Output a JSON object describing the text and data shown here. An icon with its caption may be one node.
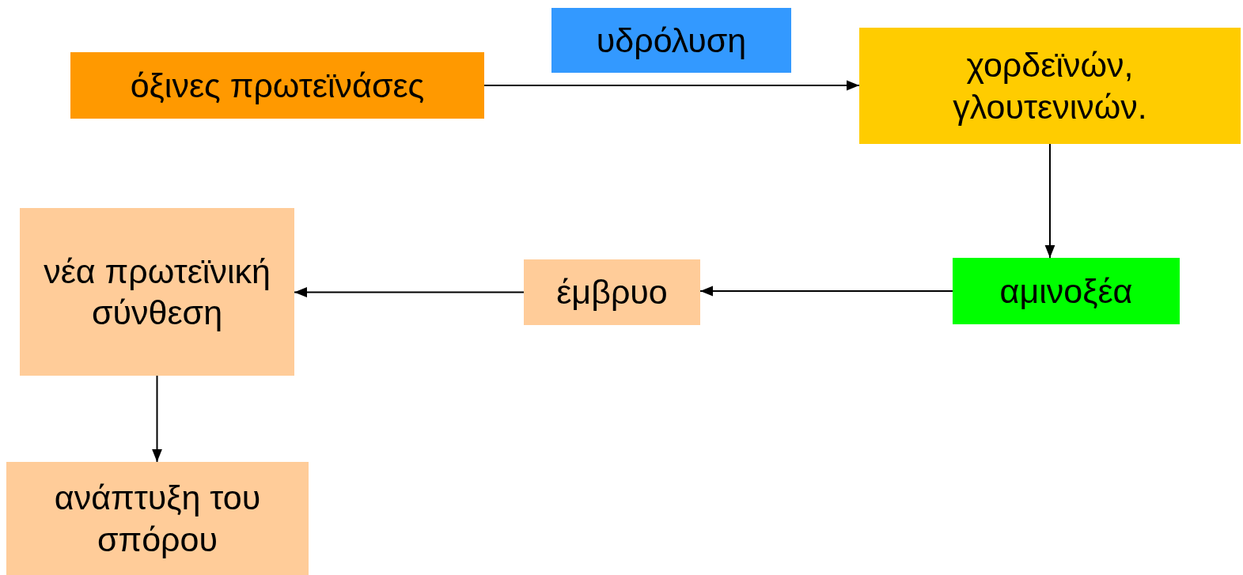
{
  "diagram": {
    "nodes": [
      {
        "text": [
          "όξινες πρωτεϊνάσες"
        ]
      },
      {
        "text": [
          "υδρόλυση"
        ]
      },
      {
        "text": [
          "χορδεϊνών, γλουτενινών."
        ]
      },
      {
        "text": [
          "αμινοξέα"
        ]
      },
      {
        "text": [
          "έμβρυο"
        ]
      },
      {
        "text": [
          "νέα πρωτεϊνική σύνθεση"
        ]
      },
      {
        "text": [
          "ανάπτυξη του σπόρου"
        ]
      }
    ],
    "edges": [
      {
        "from": 0,
        "to": 2,
        "arrow": "to"
      },
      {
        "from": 2,
        "to": 3,
        "arrow": "to"
      },
      {
        "from": 3,
        "to": 4,
        "arrow": "to"
      },
      {
        "from": 4,
        "to": 5,
        "arrow": "to"
      },
      {
        "from": 5,
        "to": 6,
        "arrow": "to"
      }
    ]
  }
}
